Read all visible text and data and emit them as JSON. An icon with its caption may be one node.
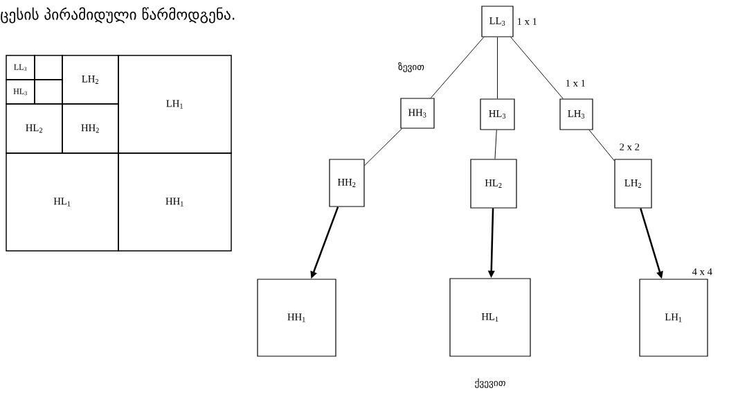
{
  "diagram": {
    "title": "ცესის პირამიდული წარმოდგენა.",
    "nodes": [
      {
        "text": [
          "LL$_{3}$"
        ]
      },
      {
        "text": [],
        "shape": "box"
      },
      {
        "text": [
          "HL$_{3}$"
        ]
      },
      {
        "text": [],
        "shape": "box"
      },
      {
        "text": [
          "LH$_{2}$"
        ]
      },
      {
        "text": [
          "HL$_{2}$"
        ]
      },
      {
        "text": [
          "HH$_{2}$"
        ]
      },
      {
        "text": [
          "LH$_{1}$"
        ]
      },
      {
        "text": [
          "HL$_{1}$"
        ]
      },
      {
        "text": [
          "HH$_{1}$"
        ]
      },
      {
        "text": [
          "LL$_{3}$"
        ],
        "beside": [
          "1 x 1"
        ]
      },
      {
        "text": [
          "HH$_{3}$"
        ]
      },
      {
        "text": [
          "HL$_{3}$"
        ]
      },
      {
        "text": [
          "LH$_{3}$"
        ],
        "beside": [
          "1 x 1"
        ]
      },
      {
        "text": [
          "HH$_{2}$"
        ]
      },
      {
        "text": [
          "HL$_{2}$"
        ]
      },
      {
        "text": [
          "LH$_{2}$"
        ],
        "beside": [
          "2 x 2"
        ]
      },
      {
        "text": [
          "HH$_{1}$"
        ]
      },
      {
        "text": [
          "HL$_{1}$"
        ]
      },
      {
        "text": [
          "LH$_{1}$"
        ],
        "beside": [
          "4 x 4"
        ]
      }
    ],
    "edges": [
      {
        "from": 10,
        "to": 11,
        "arrow": "none"
      },
      {
        "from": 10,
        "to": 12,
        "arrow": "none"
      },
      {
        "from": 10,
        "to": 13,
        "arrow": "none"
      },
      {
        "from": 11,
        "to": 14,
        "arrow": "none"
      },
      {
        "from": 12,
        "to": 15,
        "arrow": "none"
      },
      {
        "from": 13,
        "to": 16,
        "arrow": "none"
      },
      {
        "from": 14,
        "to": 17,
        "arrow": "to",
        "style": "thick"
      },
      {
        "from": 15,
        "to": 18,
        "arrow": "to",
        "style": "thick"
      },
      {
        "from": 16,
        "to": 19,
        "arrow": "to",
        "style": "thick"
      }
    ],
    "labels": [
      "ზევით",
      "ქვევით"
    ]
  }
}
